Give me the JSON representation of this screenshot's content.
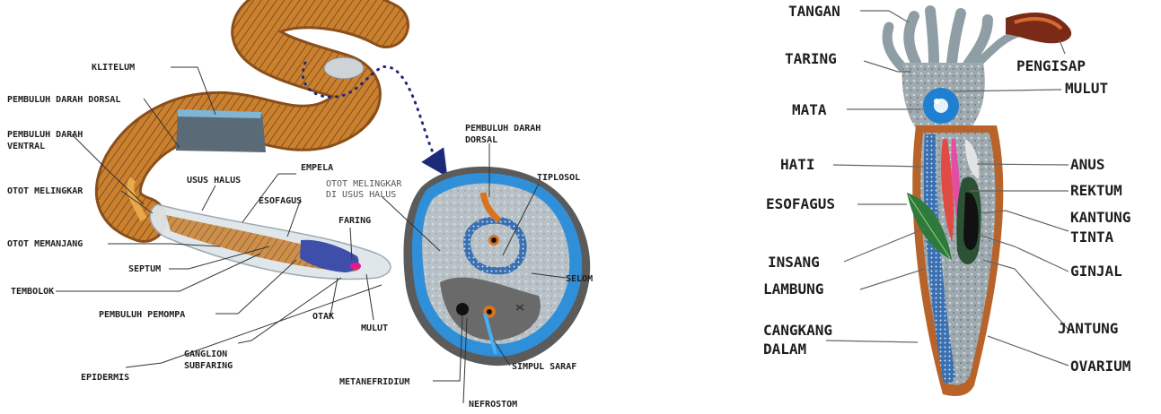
{
  "worm": {
    "labels": {
      "klitelum": "KLITELUM",
      "pembuluh_darah_dorsal": "PEMBULUH DARAH DORSAL",
      "pembuluh_darah_ventral_1": "PEMBULUH DARAH",
      "pembuluh_darah_ventral_2": "VENTRAL",
      "otot_melingkar": "OTOT MELINGKAR",
      "usus_halus": "USUS HALUS",
      "empela": "EMPELA",
      "esofagus": "ESOFAGUS",
      "faring": "FARING",
      "otot_memanjang": "OTOT MEMANJANG",
      "septum": "SEPTUM",
      "tembolok": "TEMBOLOK",
      "pembuluh_pemompa": "PEMBULUH PEMOMPA",
      "otak": "OTAK",
      "mulut": "MULUT",
      "ganglion_1": "GANGLION",
      "ganglion_2": "SUBFARING",
      "epidermis": "EPIDERMIS"
    }
  },
  "cross_section": {
    "labels": {
      "pdd_1": "PEMBULUH DARAH",
      "pdd_2": "DORSAL",
      "otot_usus_1": "OTOT MELINGKAR",
      "otot_usus_2": "DI USUS HALUS",
      "tiplosol": "TIPLOSOL",
      "selom": "SELOM",
      "simpul_saraf": "SIMPUL SARAF",
      "metanefridium": "METANEFRIDIUM",
      "nefrostom": "NEFROSTOM"
    }
  },
  "squid": {
    "labels": {
      "tangan": "TANGAN",
      "taring": "TARING",
      "pengisap": "PENGISAP",
      "mulut": "MULUT",
      "mata": "MATA",
      "hati": "HATI",
      "anus": "ANUS",
      "rektum": "REKTUM",
      "esofagus": "ESOFAGUS",
      "kantung_1": "KANTUNG",
      "kantung_2": "TINTA",
      "insang": "INSANG",
      "ginjal": "GINJAL",
      "lambung": "LAMBUNG",
      "jantung": "JANTUNG",
      "cangkang_1": "CANGKANG",
      "cangkang_2": "DALAM",
      "ovarium": "OVARIUM"
    }
  },
  "colors": {
    "worm_body": "#c9812f",
    "worm_dark": "#8a4e1a",
    "clitellum": "#5a6a76",
    "section_blue": "#2f8fd8",
    "squid_body": "#8e9ea4",
    "squid_mantle": "#b8632a",
    "arrow": "#1d2a7a"
  }
}
